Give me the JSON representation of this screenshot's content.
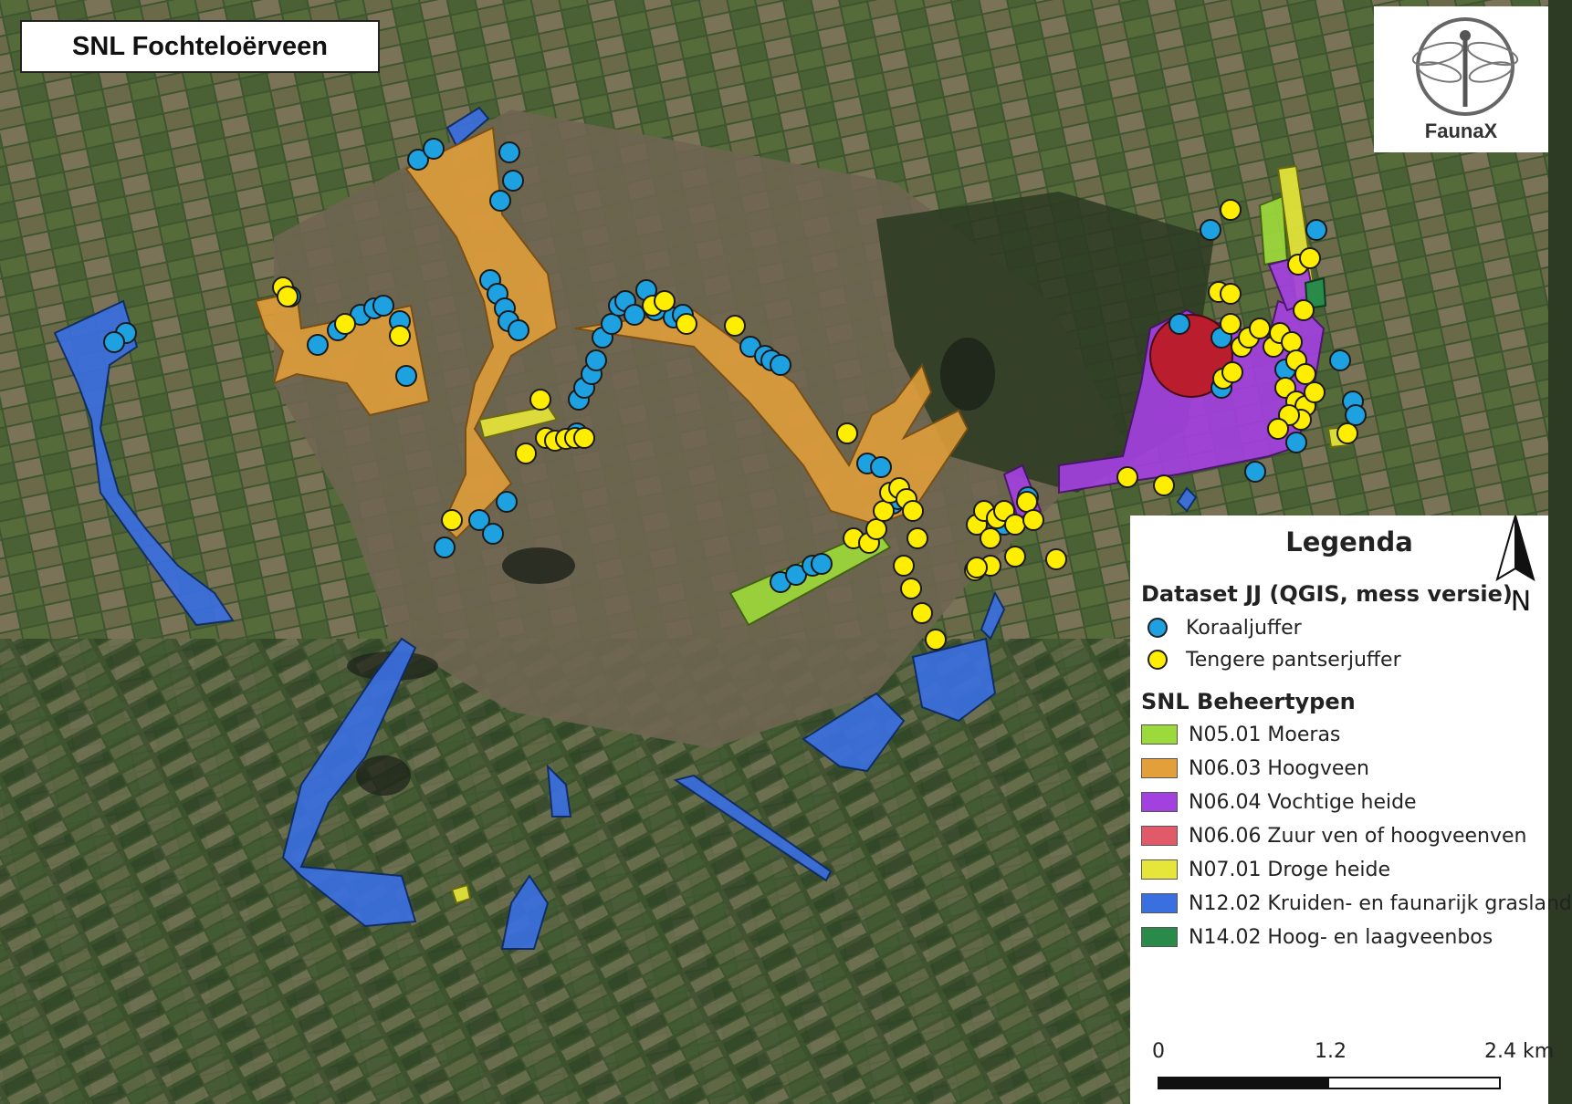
{
  "map": {
    "title": "SNL Fochteloërveen",
    "logo_text": "FaunaX",
    "logo_icon": "dragonfly-icon"
  },
  "legend": {
    "title": "Legenda",
    "dataset_title": "Dataset JJ (QGIS, mess versie)",
    "species": [
      {
        "label": "Koraaljuffer",
        "color": "#1da1e0"
      },
      {
        "label": "Tengere pantserjuffer",
        "color": "#ffee00"
      }
    ],
    "types_title": "SNL Beheertypen",
    "types": [
      {
        "label": "N05.01 Moeras",
        "color": "#9cd93a"
      },
      {
        "label": "N06.03 Hoogveen",
        "color": "#e3a03a"
      },
      {
        "label": "N06.04 Vochtige heide",
        "color": "#a340e0"
      },
      {
        "label": "N06.06 Zuur ven of hoogveenven",
        "color": "#e05a6a"
      },
      {
        "label": "N07.01 Droge heide",
        "color": "#e6e63a"
      },
      {
        "label": "N12.02 Kruiden- en faunarijk grasland",
        "color": "#3a6fe0"
      },
      {
        "label": "N14.02 Hoog- en laagveenbos",
        "color": "#2a8a4a"
      }
    ]
  },
  "north_label": "N",
  "scale": {
    "labels": [
      "0",
      "1.2",
      "2.4 km"
    ]
  }
}
